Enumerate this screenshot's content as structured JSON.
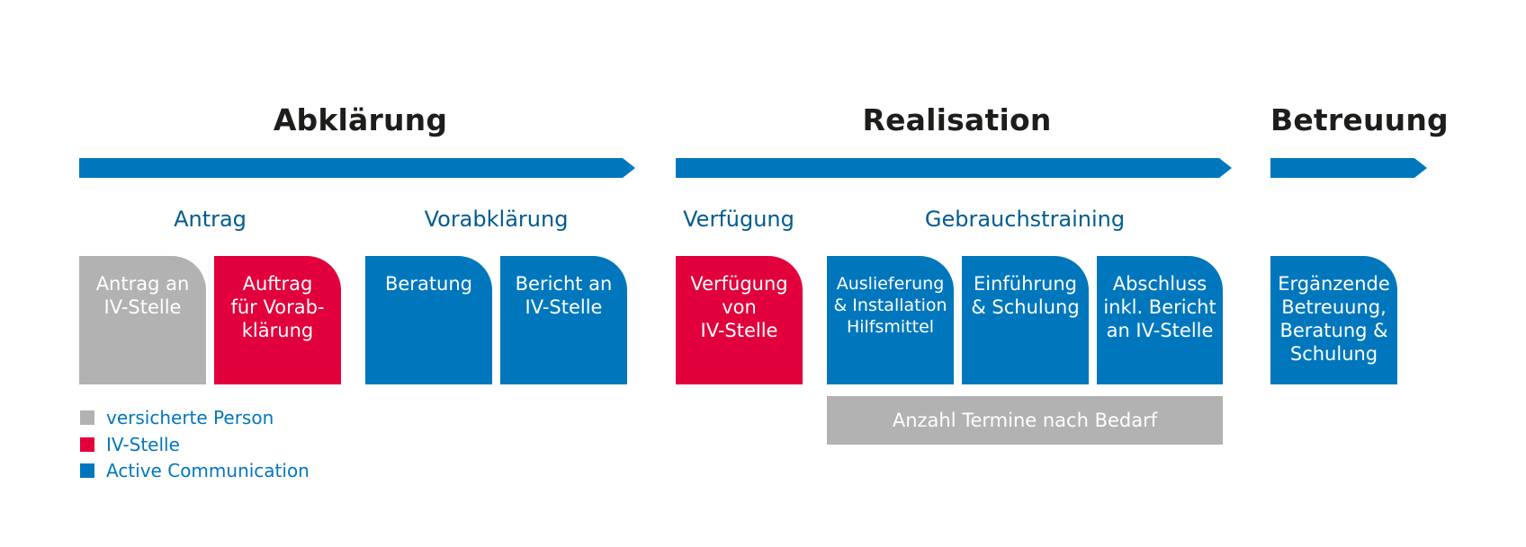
{
  "phases": [
    {
      "title": "Abklärung"
    },
    {
      "title": "Realisation"
    },
    {
      "title": "Betreuung"
    }
  ],
  "subheads": [
    "Antrag",
    "Vorabklärung",
    "Verfügung",
    "Gebrauchstraining"
  ],
  "steps": [
    {
      "lines": [
        "Antrag an",
        "IV-Stelle"
      ],
      "actor": "versicherte Person"
    },
    {
      "lines": [
        "Auftrag",
        "für Vorab-",
        "klärung"
      ],
      "actor": "IV-Stelle"
    },
    {
      "lines": [
        "Beratung"
      ],
      "actor": "Active Communication"
    },
    {
      "lines": [
        "Bericht an",
        "IV-Stelle"
      ],
      "actor": "Active Communication"
    },
    {
      "lines": [
        "Verfügung",
        "von",
        "IV-Stelle"
      ],
      "actor": "IV-Stelle"
    },
    {
      "lines": [
        "Auslieferung",
        "& Installation",
        "Hilfsmittel"
      ],
      "actor": "Active Communication"
    },
    {
      "lines": [
        "Einführung",
        "& Schulung"
      ],
      "actor": "Active Communication"
    },
    {
      "lines": [
        "Abschluss",
        "inkl. Bericht",
        "an IV-Stelle"
      ],
      "actor": "Active Communication"
    },
    {
      "lines": [
        "Ergänzende",
        "Betreuung,",
        "Beratung &",
        "Schulung"
      ],
      "actor": "Active Communication"
    }
  ],
  "training_bar": "Anzahl Termine nach Bedarf",
  "legend": [
    {
      "label": "versicherte Person",
      "color": "#b2b2b2"
    },
    {
      "label": "IV-Stelle",
      "color": "#e2003c"
    },
    {
      "label": "Active Communication",
      "color": "#0077bd"
    }
  ],
  "colors": {
    "blue": "#0077bd",
    "red": "#e2003c",
    "grey": "#b2b2b2",
    "subhead_blue": "#005b8f",
    "title_black": "#1d1d1b"
  }
}
